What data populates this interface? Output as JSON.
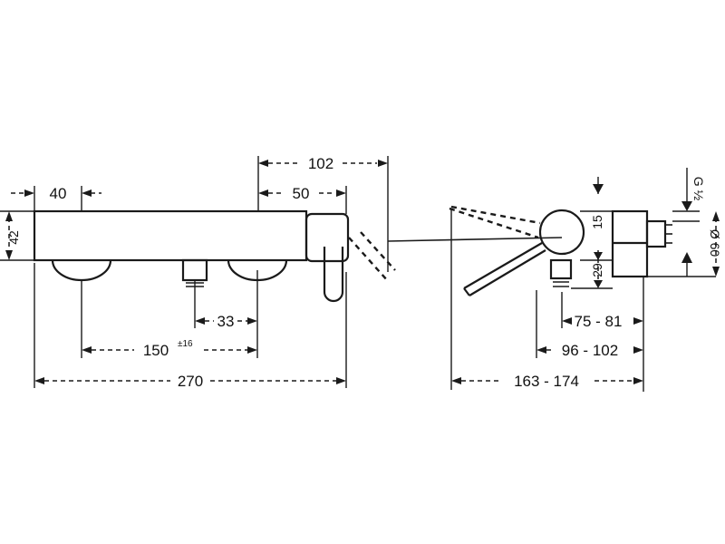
{
  "front_view": {
    "dim_height": "42",
    "dim_outlet_offset": "40",
    "dim_lever_outer": "102",
    "dim_lever_inner": "50",
    "dim_spout_offset": "33",
    "dim_centers": "150",
    "dim_centers_tol": "±16",
    "dim_total_width": "270"
  },
  "side_view": {
    "dim_thread": "G ½",
    "dim_top_offset": "15",
    "dim_spout_height": "29",
    "dim_diameter": "Ø 60",
    "dim_depth_a": "75 - 81",
    "dim_depth_b": "96 - 102",
    "dim_depth_total": "163 - 174"
  }
}
